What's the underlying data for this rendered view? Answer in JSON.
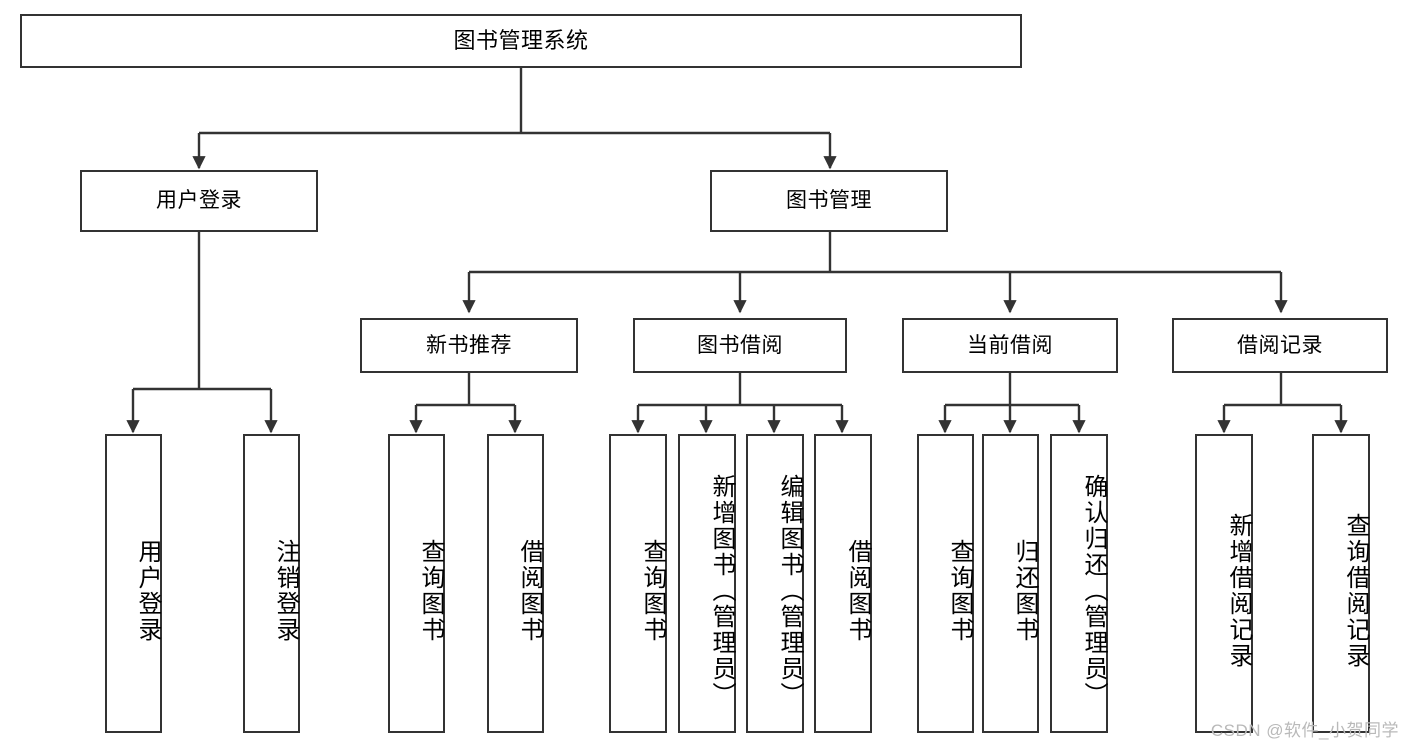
{
  "diagram": {
    "title": "图书管理系统",
    "type": "tree",
    "watermark": "CSDN @软件_小贺同学",
    "colors": {
      "box_border": "#333333",
      "box_fill": "#ffffff",
      "connector": "#333333",
      "watermark": "#b9b9b9",
      "background": "#ffffff"
    },
    "levels": {
      "root": {
        "label": "图书管理系统"
      },
      "level2": [
        {
          "id": "user-login",
          "label": "用户登录"
        },
        {
          "id": "book-manage",
          "label": "图书管理"
        }
      ],
      "level3": [
        {
          "id": "new-book-recommend",
          "label": "新书推荐",
          "parent": "book-manage"
        },
        {
          "id": "book-borrow",
          "label": "图书借阅",
          "parent": "book-manage"
        },
        {
          "id": "current-borrow",
          "label": "当前借阅",
          "parent": "book-manage"
        },
        {
          "id": "borrow-record",
          "label": "借阅记录",
          "parent": "book-manage"
        }
      ],
      "leaves": {
        "user-login": [
          {
            "id": "leaf-user-login",
            "label": "用户登录"
          },
          {
            "id": "leaf-logout",
            "label": "注销登录"
          }
        ],
        "new-book-recommend": [
          {
            "id": "leaf-query-book-1",
            "label": "查询图书"
          },
          {
            "id": "leaf-borrow-book-1",
            "label": "借阅图书"
          }
        ],
        "book-borrow": [
          {
            "id": "leaf-query-book-2",
            "label": "查询图书"
          },
          {
            "id": "leaf-add-book",
            "label": "新增图书（管理员）"
          },
          {
            "id": "leaf-edit-book",
            "label": "编辑图书（管理员）"
          },
          {
            "id": "leaf-borrow-book-2",
            "label": "借阅图书"
          }
        ],
        "current-borrow": [
          {
            "id": "leaf-query-book-3",
            "label": "查询图书"
          },
          {
            "id": "leaf-return-book",
            "label": "归还图书"
          },
          {
            "id": "leaf-confirm-return",
            "label": "确认归还（管理员）"
          }
        ],
        "borrow-record": [
          {
            "id": "leaf-add-record",
            "label": "新增借阅记录"
          },
          {
            "id": "leaf-query-record",
            "label": "查询借阅记录"
          }
        ]
      }
    }
  }
}
